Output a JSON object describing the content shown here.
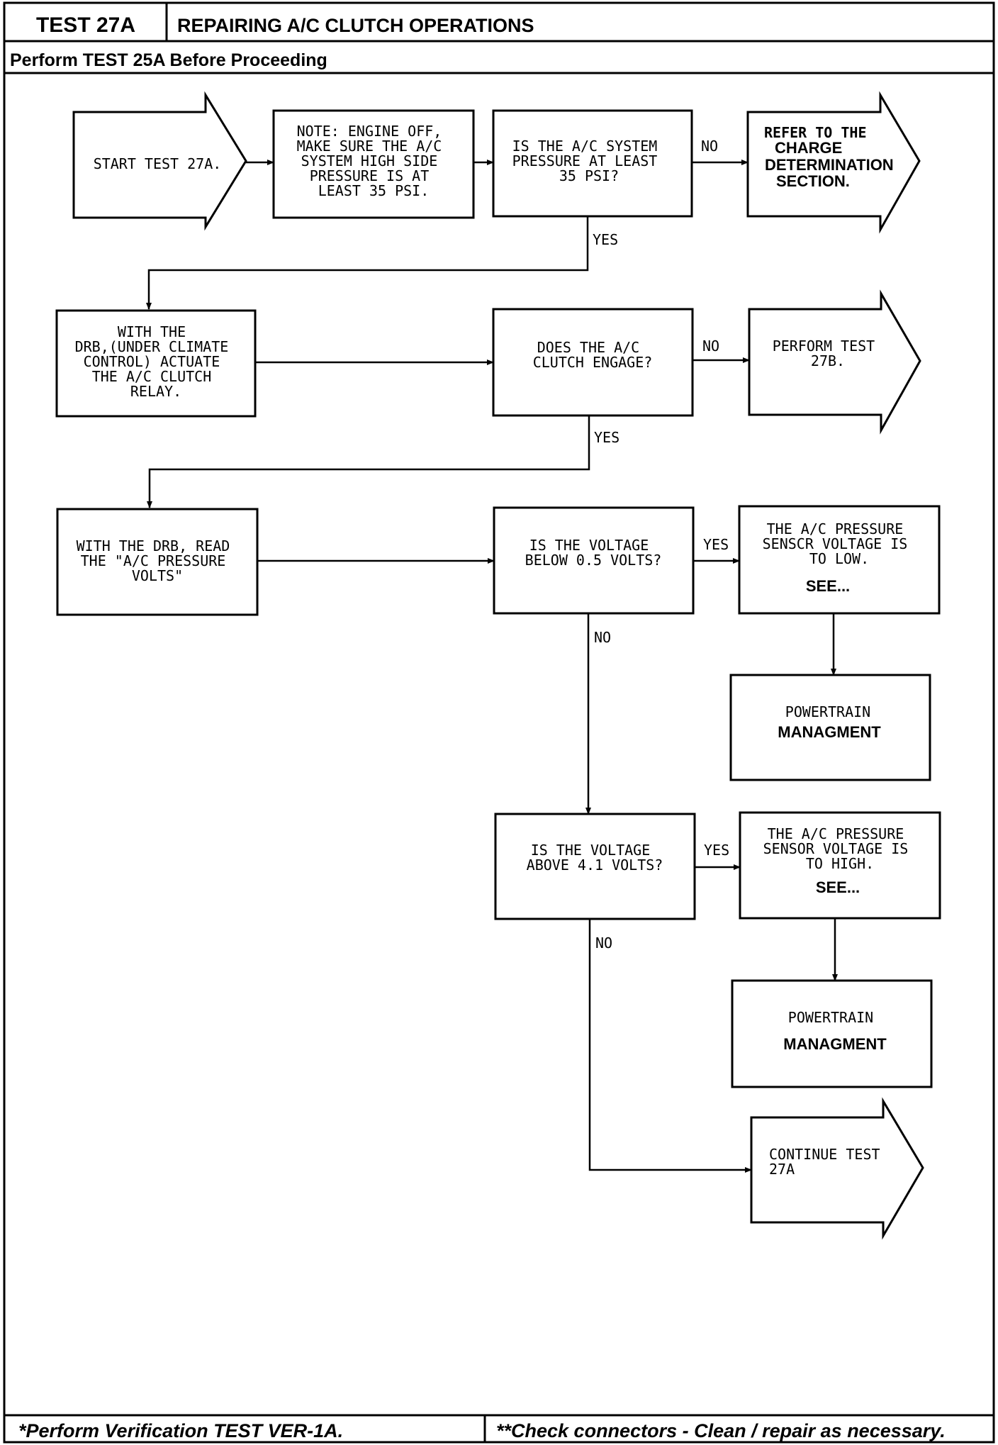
{
  "header": {
    "test_id": "TEST 27A",
    "title": "REPAIRING A/C CLUTCH OPERATIONS",
    "subtitle": "Perform TEST 25A Before Proceeding"
  },
  "nodes": {
    "start": [
      "START TEST 27A."
    ],
    "note": [
      "NOTE: ENGINE OFF,",
      "MAKE SURE THE A/C",
      "SYSTEM HIGH SIDE",
      "PRESSURE IS AT",
      "LEAST 35 PSI."
    ],
    "q_pressure": [
      "IS THE A/C SYSTEM",
      "PRESSURE AT LEAST",
      "35 PSI?"
    ],
    "refer_charge": [
      "REFER TO THE",
      "CHARGE",
      "DETERMINATION",
      "SECTION."
    ],
    "actuate_relay": [
      "WITH THE",
      "DRB,(UNDER CLIMATE",
      "CONTROL) ACTUATE",
      "THE A/C CLUTCH",
      "RELAY."
    ],
    "q_clutch": [
      "DOES THE A/C",
      "CLUTCH ENGAGE?"
    ],
    "perform_27b": [
      "PERFORM TEST",
      "27B."
    ],
    "read_volts": [
      "WITH THE DRB, READ",
      "THE \"A/C PRESSURE",
      "VOLTS\""
    ],
    "q_below": [
      "IS THE VOLTAGE",
      "BELOW 0.5 VOLTS?"
    ],
    "sensor_low": [
      "THE A/C PRESSURE",
      "SENSCR VOLTAGE IS",
      "TO LOW."
    ],
    "sensor_low_see": "SEE...",
    "pt_low": [
      "POWERTRAIN",
      "MANAGMENT"
    ],
    "q_above": [
      "IS THE VOLTAGE",
      "ABOVE 4.1 VOLTS?"
    ],
    "sensor_high": [
      "THE A/C PRESSURE",
      "SENSOR VOLTAGE IS",
      "TO HIGH."
    ],
    "sensor_high_see": "SEE...",
    "pt_high": [
      "POWERTRAIN",
      "MANAGMENT"
    ],
    "continue": [
      "CONTINUE TEST",
      "27A"
    ]
  },
  "edge_labels": {
    "no_1": "NO",
    "yes_1": "YES",
    "no_2": "NO",
    "yes_2": "YES",
    "yes_3": "YES",
    "no_3": "NO",
    "yes_4": "YES",
    "no_4": "NO"
  },
  "footer": {
    "left": "*Perform Verification TEST VER-1A.",
    "right": "**Check connectors - Clean / repair as necessary."
  }
}
